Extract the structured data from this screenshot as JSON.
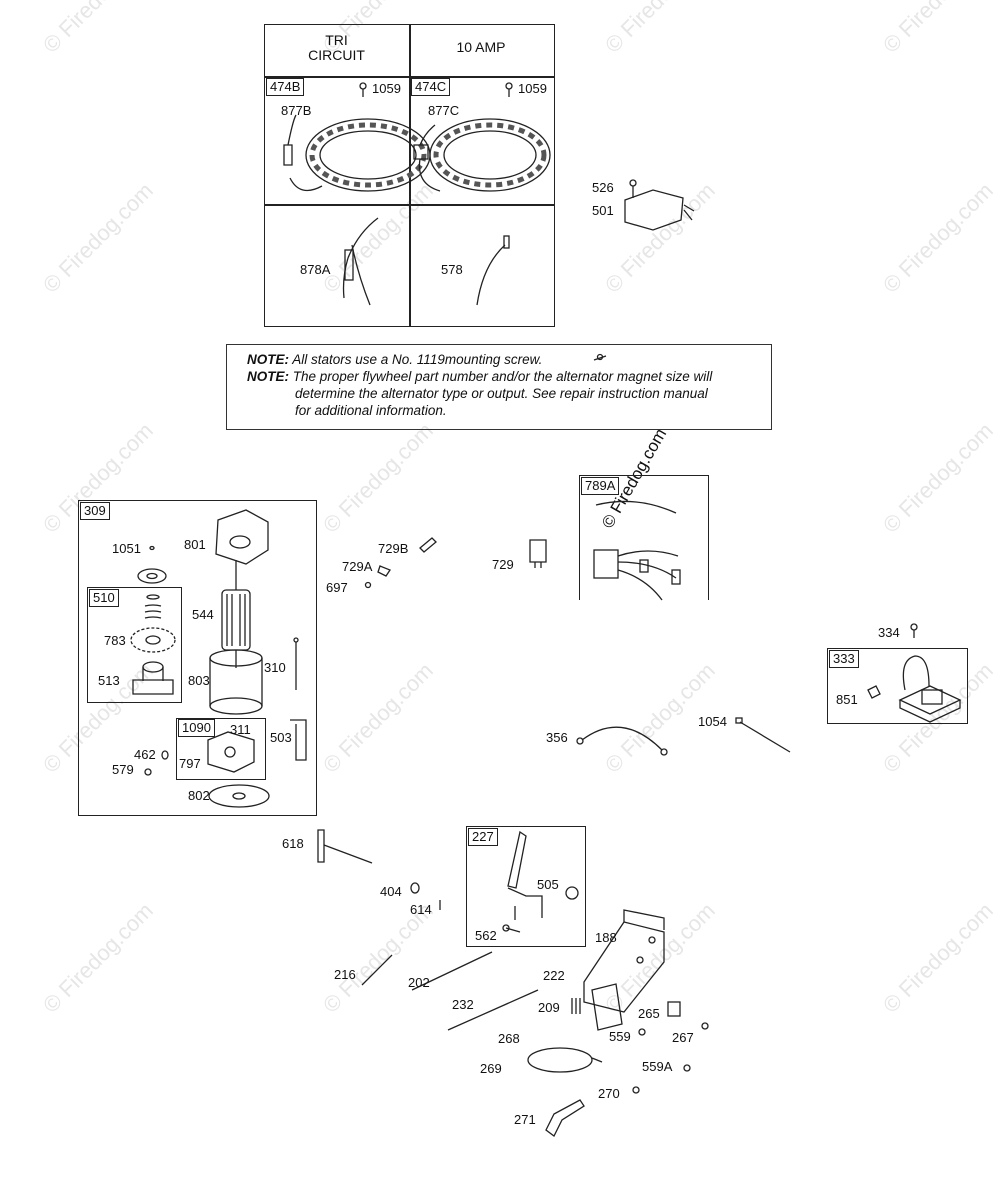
{
  "watermark": "© Firedog.com",
  "stamp": "© Firedog.com",
  "stator_table": {
    "col1_header": "TRI\nCIRCUIT",
    "col2_header": "10 AMP",
    "left_tag": "474B",
    "right_tag": "474C",
    "screw_left": "1059",
    "screw_right": "1059",
    "lead_left": "877B",
    "lead_right": "877C",
    "harness_left": "878A",
    "harness_right": "578"
  },
  "note": {
    "line1_prefix": "NOTE:",
    "line1_text": " All stators use a No. 1119mounting screw.",
    "line2_prefix": "NOTE:",
    "line2_text": " The proper flywheel part number and/or the alternator magnet size will",
    "line3": "determine the alternator type or output. See repair instruction manual",
    "line4": "for additional information."
  },
  "groups": {
    "starter": "309",
    "drive": "510",
    "brush": "1090",
    "harness": "789A",
    "coil": "333",
    "bracket": "227"
  },
  "labels": {
    "l526": "526",
    "l501": "501",
    "l1051": "1051",
    "l801": "801",
    "l544": "544",
    "l783": "783",
    "l513": "513",
    "l803": "803",
    "l310": "310",
    "l311": "311",
    "l503": "503",
    "l462": "462",
    "l579": "579",
    "l797": "797",
    "l802": "802",
    "l729B": "729B",
    "l729A": "729A",
    "l697": "697",
    "l729": "729",
    "l334": "334",
    "l851": "851",
    "l356": "356",
    "l1054": "1054",
    "l618": "618",
    "l404": "404",
    "l614": "614",
    "l505": "505",
    "l562": "562",
    "l188": "188",
    "l216": "216",
    "l202": "202",
    "l222": "222",
    "l232": "232",
    "l209": "209",
    "l265": "265",
    "l268": "268",
    "l559": "559",
    "l267": "267",
    "l269": "269",
    "l559A": "559A",
    "l270": "270",
    "l271": "271"
  }
}
